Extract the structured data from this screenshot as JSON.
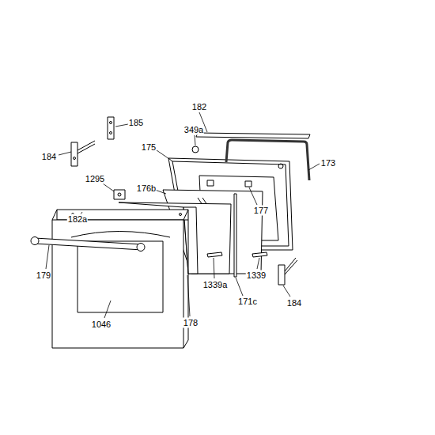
{
  "diagram": {
    "labels": [
      "182",
      "185",
      "349a",
      "184",
      "175",
      "173",
      "1295",
      "176b",
      "182a",
      "177",
      "179",
      "1339a",
      "1339",
      "171c",
      "184",
      "1046",
      "178"
    ]
  }
}
